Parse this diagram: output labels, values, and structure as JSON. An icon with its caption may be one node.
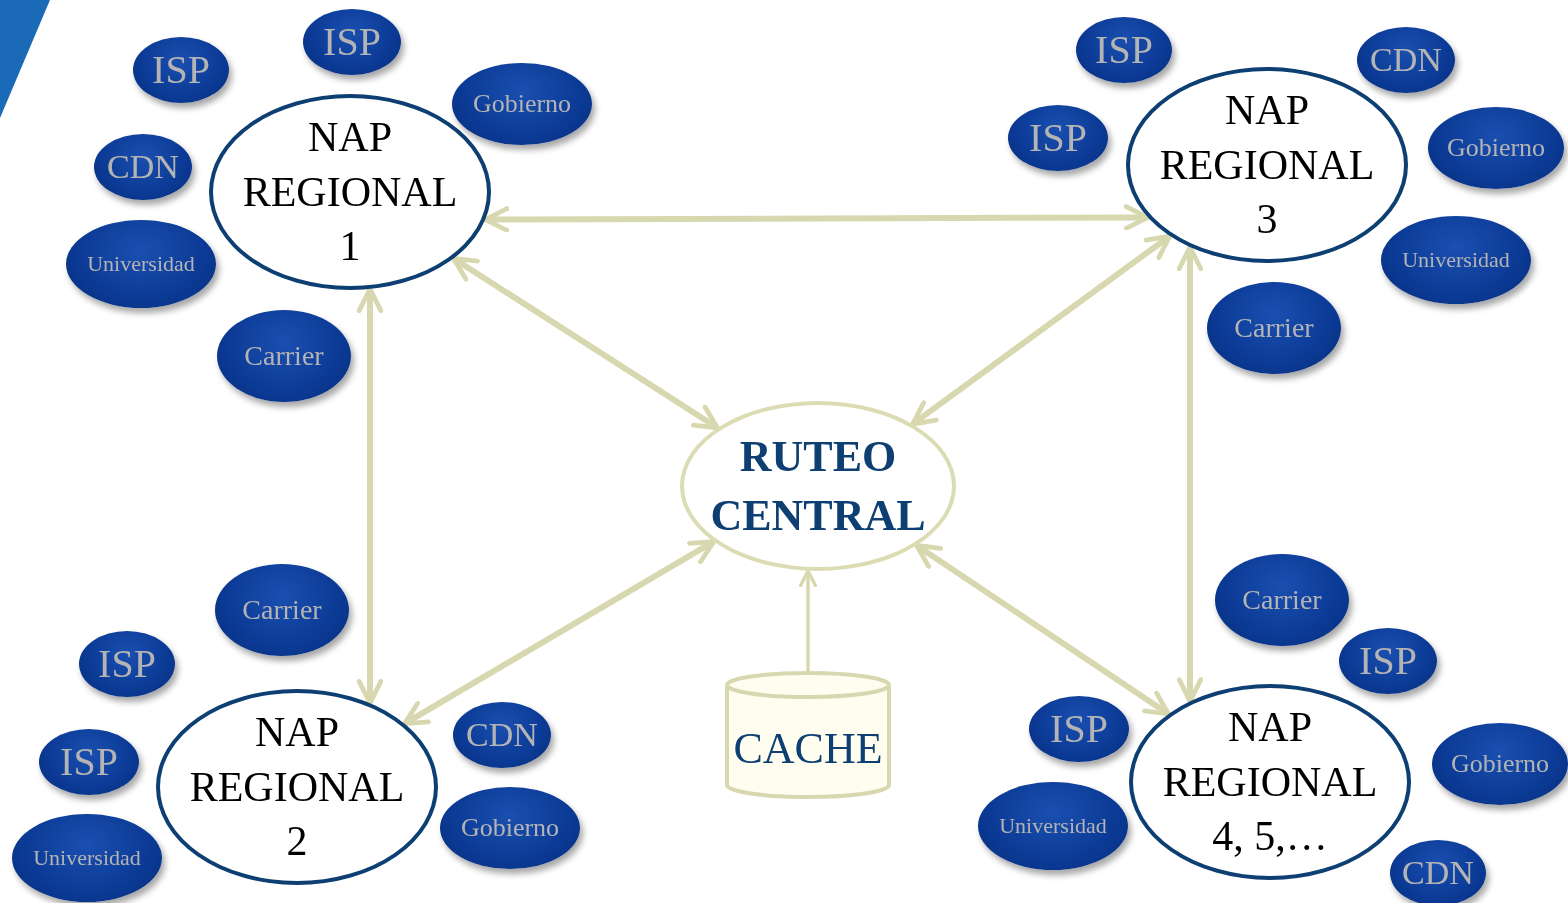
{
  "diagram": {
    "nodes": [
      {
        "text": [
          "NAP REGIONAL 1"
        ]
      },
      {
        "text": [
          "NAP REGIONAL 3"
        ]
      },
      {
        "text": [
          "RUTEO CENTRAL"
        ]
      },
      {
        "text": [
          "NAP REGIONAL 2"
        ]
      },
      {
        "text": [
          "CACHE"
        ]
      },
      {
        "text": [
          "NAP REGIONAL 4, 5,…"
        ]
      },
      {
        "text": [
          "ISP"
        ]
      },
      {
        "text": [
          "ISP"
        ]
      },
      {
        "text": [
          "Gobierno"
        ]
      },
      {
        "text": [
          "CDN"
        ]
      },
      {
        "text": [
          "Universidad"
        ]
      },
      {
        "text": [
          "Carrier"
        ]
      },
      {
        "text": [
          "ISP"
        ]
      },
      {
        "text": [
          "CDN"
        ]
      },
      {
        "text": [
          "ISP"
        ]
      },
      {
        "text": [
          "Gobierno"
        ]
      },
      {
        "text": [
          "Universidad"
        ]
      },
      {
        "text": [
          "Carrier"
        ]
      },
      {
        "text": [
          "Carrier"
        ]
      },
      {
        "text": [
          "ISP"
        ]
      },
      {
        "text": [
          "ISP"
        ]
      },
      {
        "text": [
          "CDN"
        ]
      },
      {
        "text": [
          "Gobierno"
        ]
      },
      {
        "text": [
          "Universidad"
        ]
      },
      {
        "text": [
          "Carrier"
        ]
      },
      {
        "text": [
          "ISP"
        ]
      },
      {
        "text": [
          "ISP"
        ]
      },
      {
        "text": [
          "Gobierno"
        ]
      },
      {
        "text": [
          "Universidad"
        ]
      },
      {
        "text": [
          "CDN"
        ]
      }
    ],
    "edges": [
      {
        "from": 0,
        "to": 1,
        "arrow": "both"
      },
      {
        "from": 0,
        "to": 2,
        "arrow": "both"
      },
      {
        "from": 1,
        "to": 2,
        "arrow": "both"
      },
      {
        "from": 0,
        "to": 3,
        "arrow": "both"
      },
      {
        "from": 1,
        "to": 5,
        "arrow": "both"
      },
      {
        "from": 3,
        "to": 2,
        "arrow": "both"
      },
      {
        "from": 5,
        "to": 2,
        "arrow": "both"
      },
      {
        "from": 4,
        "to": 2,
        "arrow": "to"
      }
    ]
  }
}
